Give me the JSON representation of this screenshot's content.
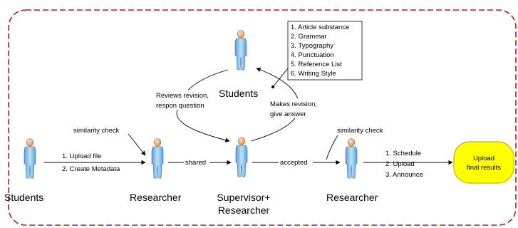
{
  "colors": {
    "frame": "#c0181f",
    "person_body": "#8cc4ec",
    "person_head": "#f2b98a",
    "final_box_fill": "#ffff00",
    "final_box_stroke": "#c8b400",
    "checklist_border": "#222222"
  },
  "icons": [
    "person-icon",
    "arrowhead-icon"
  ],
  "labels": {
    "students_left": "Students",
    "students_top": "Students",
    "researcher_left": "Researcher",
    "supervisor_line1": "Supervisor+",
    "supervisor_line2": "Researcher",
    "researcher_right": "Researcher"
  },
  "edges": {
    "upload_file": "1. Upload file",
    "create_metadata": "2. Create Metadata",
    "similarity_check_left": "similarity check",
    "shared": "shared",
    "accepted": "accepted",
    "similarity_check_right": "similarity check",
    "reviews_line1": "Reviews revision,",
    "reviews_line2": "respon question",
    "makes_line1": "Makes revision,",
    "makes_line2": "give answer",
    "schedule": "1. Schedule",
    "upload": "2. Upload",
    "announce": "3. Announce"
  },
  "checklist": [
    "1. Article substance",
    "2. Grammar",
    "3. Typography",
    "4. Punctuation",
    "5. Reference List",
    "6. Writing Style"
  ],
  "final_box": {
    "line1": "Upload",
    "line2": "final results"
  }
}
